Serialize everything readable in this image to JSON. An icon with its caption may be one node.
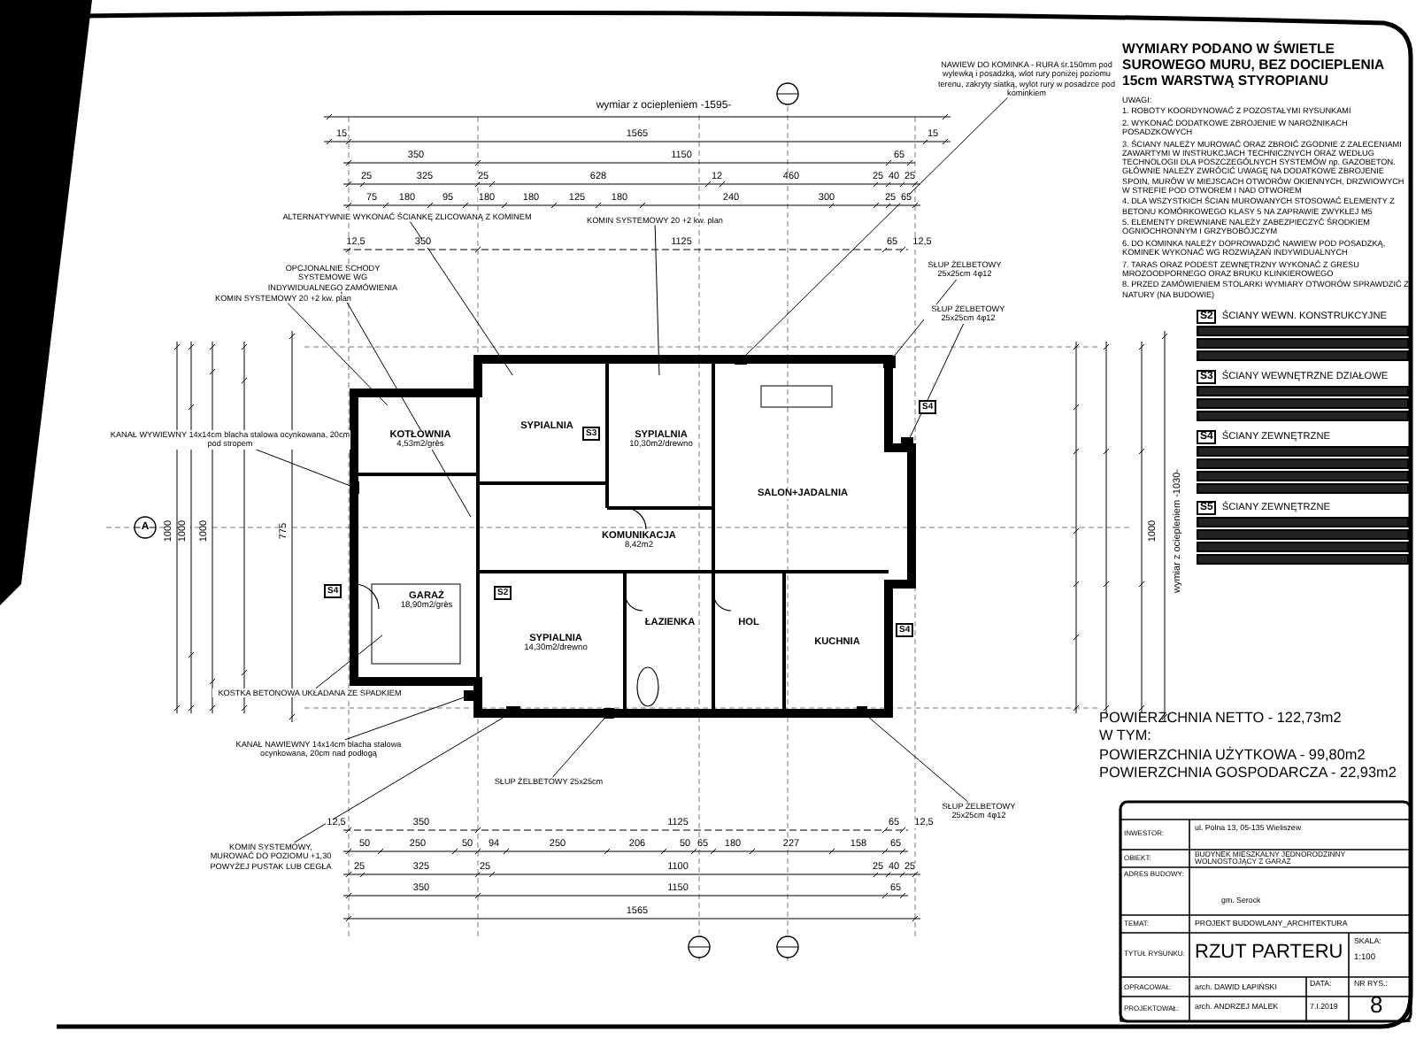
{
  "diagram": {
    "nodes": [
      {
        "text": [
          "KOTŁOWNIA",
          "4,53m2/grès"
        ]
      },
      {
        "text": [
          "GARAŻ",
          "18,90m2/grès"
        ]
      },
      {
        "text": [
          "SYPIALNIA"
        ]
      },
      {
        "text": [
          "SYPIALNIA",
          "10,30m2/drewno"
        ]
      },
      {
        "text": [
          "SALON+JADALNIA"
        ]
      },
      {
        "text": [
          "KOMUNIKACJA",
          "8,42m2"
        ]
      },
      {
        "text": [
          "SYPIALNIA",
          "14,30m2/drewno"
        ]
      },
      {
        "text": [
          "ŁAZIENKA"
        ]
      },
      {
        "text": [
          "HOL"
        ]
      },
      {
        "text": [
          "KUCHNIA"
        ]
      },
      {
        "text": [
          "NAWIEW DO KOMINKA - RURA śr.150mm pod wylewką i posadzką, wlot rury poniżej poziomu terenu, zakryty siatką, wylot rury w posadzce pod kominkiem"
        ]
      },
      {
        "text": [
          "ALTERNATYWNIE WYKONAĆ ŚCIANKĘ ZLICOWANĄ Z KOMINEM"
        ]
      },
      {
        "text": [
          "OPCJONALNIE SCHODY SYSTEMOWE WG INDYWIDUALNEGO ZAMÓWIENIA"
        ]
      },
      {
        "text": [
          "KOMIN SYSTEMOWY 20 +2 kw. plan"
        ]
      },
      {
        "text": [
          "KOMIN SYSTEMOWY 20 +2 kw. plan"
        ]
      },
      {
        "text": [
          "KANAŁ WYWIEWNY 14x14cm blacha stalowa ocynkowana, 20cm pod stropem"
        ]
      },
      {
        "text": [
          "KOSTKA BETONOWA UKŁADANA ZE SPADKIEM"
        ]
      },
      {
        "text": [
          "KANAŁ NAWIEWNY 14x14cm blacha stalowa ocynkowana, 20cm nad podłogą"
        ]
      },
      {
        "text": [
          "SŁUP ŻELBETOWY 25x25cm"
        ]
      },
      {
        "text": [
          "KOMIN SYSTEMOWY, MUROWAĆ DO POZIOMU +1,30 POWYŻEJ PUSTAK LUB CEGŁA"
        ]
      },
      {
        "text": [
          "SŁUP ŻELBETOWY 25x25cm 4φ12"
        ]
      },
      {
        "text": [
          "SŁUP ŻELBETOWY 25x25cm 4φ12"
        ]
      },
      {
        "text": [
          "SŁUP ŻELBETOWY 25x25cm 4φ12"
        ]
      },
      {
        "text": [
          "S2",
          "ŚCIANY WEWN. KONSTRUKCYJNE"
        ]
      },
      {
        "text": [
          "S3",
          "ŚCIANY WEWNĘTRZNE DZIAŁOWE"
        ]
      },
      {
        "text": [
          "S4",
          "ŚCIANY ZEWNĘTRZNE"
        ]
      },
      {
        "text": [
          "S5",
          "ŚCIANY ZEWNĘTRZNE"
        ]
      },
      {
        "text": [
          "S4"
        ]
      },
      {
        "text": [
          "S2"
        ]
      },
      {
        "text": [
          "S3"
        ]
      },
      {
        "text": [
          "S4"
        ]
      },
      {
        "text": [
          "S4"
        ]
      },
      {
        "text": [],
        "shape": "box"
      },
      {
        "text": [],
        "shape": "box"
      },
      {
        "text": [],
        "shape": "box"
      },
      {
        "text": [],
        "shape": "box"
      },
      {
        "text": [],
        "shape": "box"
      },
      {
        "text": [],
        "shape": "box"
      },
      {
        "text": [],
        "shape": "box"
      },
      {
        "text": [],
        "shape": "box"
      }
    ],
    "edges": [
      {
        "from": 10,
        "to": 37,
        "arrow": "none"
      },
      {
        "from": 11,
        "to": 2,
        "arrow": "none"
      },
      {
        "from": 12,
        "to": null,
        "arrow": "none"
      },
      {
        "from": 13,
        "to": 0,
        "arrow": "none"
      },
      {
        "from": 14,
        "to": 3,
        "arrow": "none"
      },
      {
        "from": 15,
        "to": 38,
        "arrow": "none"
      },
      {
        "from": 16,
        "to": 1,
        "arrow": "none"
      },
      {
        "from": 17,
        "to": 36,
        "arrow": "none"
      },
      {
        "from": 18,
        "to": 32,
        "arrow": "none"
      },
      {
        "from": 19,
        "to": 33,
        "arrow": "none"
      },
      {
        "from": 20,
        "to": 39,
        "arrow": "none"
      },
      {
        "from": 21,
        "to": 34,
        "arrow": "none"
      },
      {
        "from": 22,
        "to": 35,
        "arrow": "none"
      }
    ],
    "labels": [
      "WYMIARY PODANO W ŚWIETLE SUROWEGO MURU, BEZ DOCIEPLENIA 15cm WARSTWĄ STYROPIANU",
      "UWAGI:",
      "1. ROBOTY KOORDYNOWAĆ Z POZOSTAŁYMI RYSUNKAMI",
      "2. WYKONAĆ DODATKOWE ZBROJENIE W NAROŻNIKACH POSADZKOWYCH",
      "3. ŚCIANY NALEŻY MUROWAĆ ORAZ ZBROIĆ ZGODNIE Z ZALECENIAMI ZAWARTYMI W INSTRUKCJACH TECHNICZNYCH ORAZ WEDŁUG TECHNOLOGII DLA POSZCZEGÓLNYCH SYSTEMÓW np. GAZOBETON. GŁÓWNIE NALEŻY ZWRÓCIĆ UWAGĘ NA DODATKOWE ZBROJENIE SPOIN, MURÓW W MIEJSCACH OTWORÓW OKIENNYCH, DRZWIOWYCH W STREFIE POD OTWOREM I NAD OTWOREM",
      "4. DLA WSZYSTKICH ŚCIAN MUROWANYCH STOSOWAĆ ELEMENTY Z BETONU KOMÓRKOWEGO KLASY 5 NA ZAPRAWIE ZWYKŁEJ M5",
      "5. ELEMENTY DREWNIANE NALEŻY ZABEZPIECZYĆ ŚRODKIEM OGNIOCHRONNYM I GRZYBOBÓJCZYM",
      "6. DO KOMINKA NALEŻY DOPROWADZIĆ NAWIEW POD POSADZKĄ, KOMINEK WYKONAĆ WG ROZWIĄZAŃ INDYWIDUALNYCH",
      "7. TARAS ORAZ PODEST ZEWNĘTRZNY WYKONAĆ Z GRESU MROZOODPORNEGO ORAZ BRUKU KLINKIEROWEGO",
      "8. PRZED ZAMÓWIENIEM STOLARKI WYMIARY OTWORÓW SPRAWDZIĆ Z NATURY (NA BUDOWIE)",
      "wymiar z ociepleniem -1595-",
      "15",
      "1565",
      "15",
      "350",
      "1150",
      "65",
      "25",
      "325",
      "25",
      "628",
      "12",
      "460",
      "25",
      "40",
      "25",
      "75",
      "180",
      "95",
      "180",
      "180",
      "125",
      "180",
      "240",
      "300",
      "25",
      "65",
      "12,5",
      "350",
      "1125",
      "65",
      "12,5",
      "12,5",
      "350",
      "1125",
      "65",
      "12,5",
      "50",
      "250",
      "50",
      "94",
      "250",
      "206",
      "50",
      "65",
      "180",
      "227",
      "158",
      "65",
      "25",
      "325",
      "25",
      "1100",
      "25",
      "40",
      "25",
      "350",
      "1150",
      "65",
      "1565",
      "1000",
      "wymiar z ociepleniem -1030-",
      "1000",
      "1000",
      "1000",
      "775",
      "A",
      "POWIERZCHNIA NETTO - 122,73m2",
      "W TYM:",
      "POWIERZCHNIA UŻYTKOWA - 99,80m2",
      "POWIERZCHNIA GOSPODARCZA - 22,93m2",
      "INWESTOR:",
      "ul. Polna 13, 05-135 Wieliszew",
      "OBIEKT:",
      "BUDYNEK MIESZKALNY JEDNORODZINNY WOLNOSTOJĄCY Z GARAŻ",
      "ADRES BUDOWY:",
      "gm. Serock",
      "TEMAT:",
      "PROJEKT BUDOWLANY_ARCHITEKTURA",
      "TYTUŁ RYSUNKU:",
      "RZUT PARTERU",
      "SKALA:",
      "1:100",
      "OPRACOWAŁ:",
      "arch. DAWID ŁAPIŃSKI",
      "DATA:",
      "7.I.2019",
      "NR RYS.:",
      "8",
      "PROJEKTOWAŁ:",
      "arch. ANDRZEJ MALEK"
    ]
  }
}
